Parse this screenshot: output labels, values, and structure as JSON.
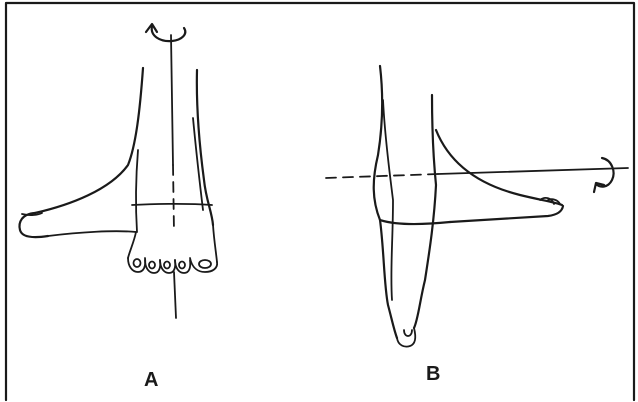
{
  "panels": [
    {
      "id": "A",
      "label": "A",
      "rotation_axis": "vertical"
    },
    {
      "id": "B",
      "label": "B",
      "rotation_axis": "horizontal"
    }
  ],
  "colors": {
    "ink": "#1a1a1a",
    "background": "#ffffff"
  }
}
